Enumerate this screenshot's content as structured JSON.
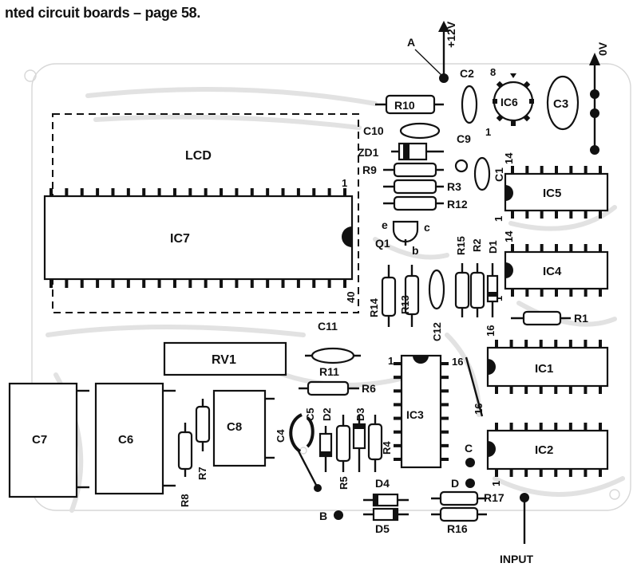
{
  "caption": "nted circuit boards – page 58.",
  "labels": {
    "lcd": "LCD",
    "ic7": "IC7",
    "ic6": "IC6",
    "ic5": "IC5",
    "ic4": "IC4",
    "ic3": "IC3",
    "ic2": "IC2",
    "ic1": "IC1",
    "rv1": "RV1",
    "c1": "C1",
    "c2": "C2",
    "c3": "C3",
    "c4": "C4",
    "c5": "C5",
    "c6": "C6",
    "c7": "C7",
    "c8": "C8",
    "c9": "C9",
    "c10": "C10",
    "c11": "C11",
    "c12": "C12",
    "r1": "R1",
    "r2": "R2",
    "r3": "R3",
    "r4": "R4",
    "r5": "R5",
    "r6": "R6",
    "r7": "R7",
    "r8": "R8",
    "r9": "R9",
    "r10": "R10",
    "r11": "R11",
    "r12": "R12",
    "r13": "R13",
    "r14": "R14",
    "r15": "R15",
    "r16": "R16",
    "r17": "R17",
    "d1": "D1",
    "d2": "D2",
    "d3": "D3",
    "d4": "D4",
    "d5": "D5",
    "zd1": "ZD1",
    "q1": "Q1",
    "q1_e": "e",
    "q1_c": "c",
    "q1_b": "b",
    "point_a": "A",
    "point_b": "B",
    "point_c": "C",
    "point_d": "D",
    "plus12v": "+12V",
    "zero_v": "0V",
    "input": "INPUT",
    "pin_1": "1",
    "pin_8": "8",
    "pin_14": "14",
    "pin_16": "16",
    "pin_40": "40"
  }
}
